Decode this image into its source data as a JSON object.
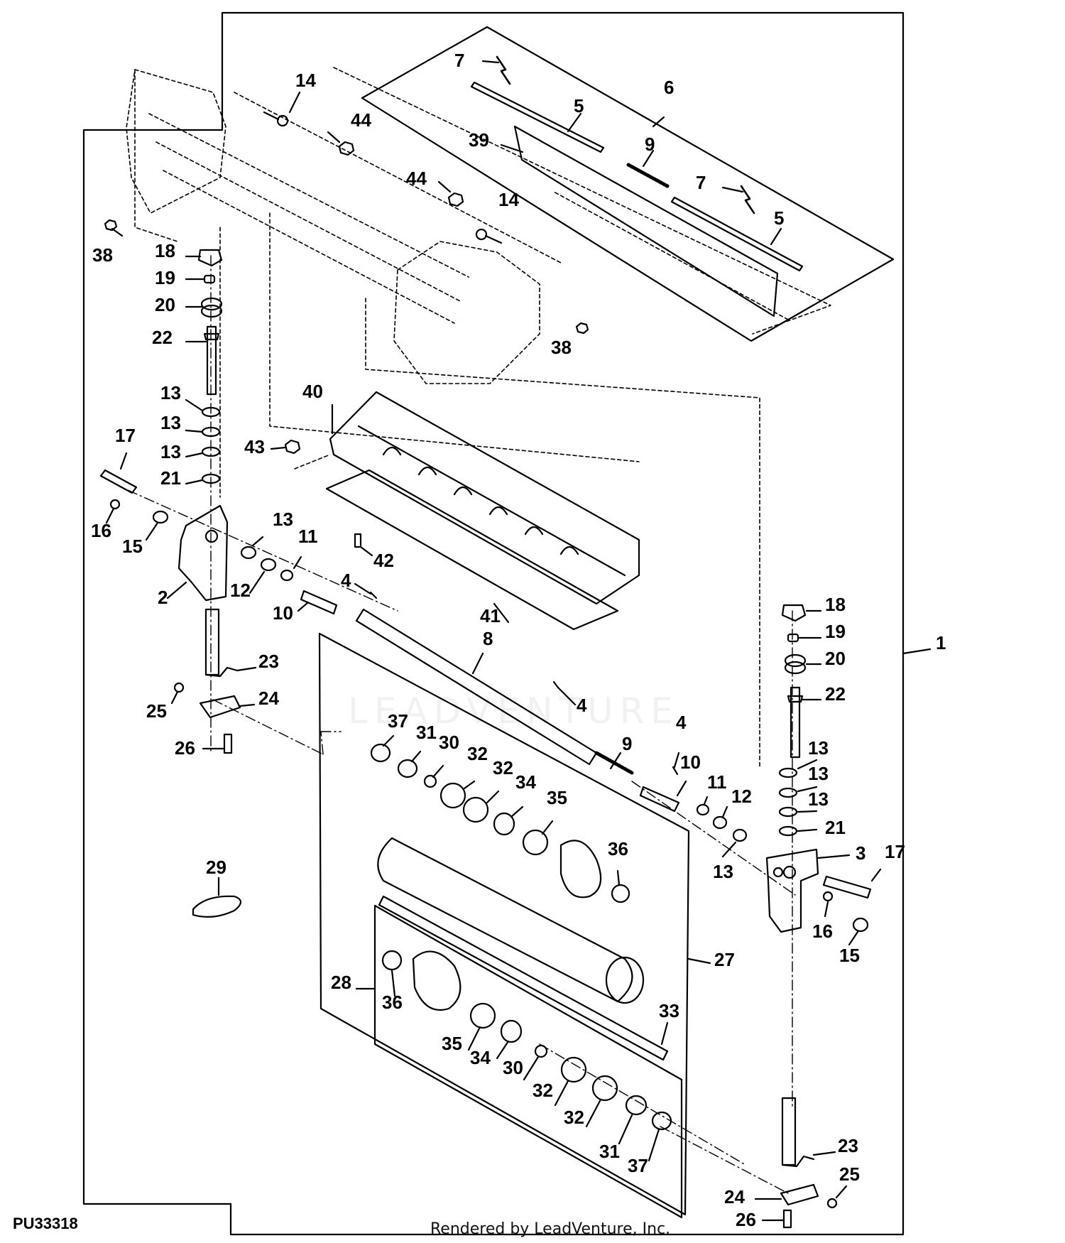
{
  "figure_id": "PU33318",
  "credit": "Rendered by LeadVenture, Inc.",
  "watermark": "LEADVENTURE",
  "callouts": [
    {
      "id": "c1",
      "label": "1"
    },
    {
      "id": "c2",
      "label": "2"
    },
    {
      "id": "c3",
      "label": "3"
    },
    {
      "id": "c4a",
      "label": "4"
    },
    {
      "id": "c4b",
      "label": "4"
    },
    {
      "id": "c4c",
      "label": "4"
    },
    {
      "id": "c5a",
      "label": "5"
    },
    {
      "id": "c5b",
      "label": "5"
    },
    {
      "id": "c6",
      "label": "6"
    },
    {
      "id": "c7a",
      "label": "7"
    },
    {
      "id": "c7b",
      "label": "7"
    },
    {
      "id": "c8",
      "label": "8"
    },
    {
      "id": "c9a",
      "label": "9"
    },
    {
      "id": "c9b",
      "label": "9"
    },
    {
      "id": "c10a",
      "label": "10"
    },
    {
      "id": "c10b",
      "label": "10"
    },
    {
      "id": "c11a",
      "label": "11"
    },
    {
      "id": "c11b",
      "label": "11"
    },
    {
      "id": "c12a",
      "label": "12"
    },
    {
      "id": "c12b",
      "label": "12"
    },
    {
      "id": "c13a",
      "label": "13"
    },
    {
      "id": "c13b",
      "label": "13"
    },
    {
      "id": "c13c",
      "label": "13"
    },
    {
      "id": "c13d",
      "label": "13"
    },
    {
      "id": "c13e",
      "label": "13"
    },
    {
      "id": "c13f",
      "label": "13"
    },
    {
      "id": "c13g",
      "label": "13"
    },
    {
      "id": "c13h",
      "label": "13"
    },
    {
      "id": "c14a",
      "label": "14"
    },
    {
      "id": "c14b",
      "label": "14"
    },
    {
      "id": "c15a",
      "label": "15"
    },
    {
      "id": "c15b",
      "label": "15"
    },
    {
      "id": "c16a",
      "label": "16"
    },
    {
      "id": "c16b",
      "label": "16"
    },
    {
      "id": "c17a",
      "label": "17"
    },
    {
      "id": "c17b",
      "label": "17"
    },
    {
      "id": "c18a",
      "label": "18"
    },
    {
      "id": "c18b",
      "label": "18"
    },
    {
      "id": "c19a",
      "label": "19"
    },
    {
      "id": "c19b",
      "label": "19"
    },
    {
      "id": "c20a",
      "label": "20"
    },
    {
      "id": "c20b",
      "label": "20"
    },
    {
      "id": "c21a",
      "label": "21"
    },
    {
      "id": "c21b",
      "label": "21"
    },
    {
      "id": "c22a",
      "label": "22"
    },
    {
      "id": "c22b",
      "label": "22"
    },
    {
      "id": "c23a",
      "label": "23"
    },
    {
      "id": "c23b",
      "label": "23"
    },
    {
      "id": "c24a",
      "label": "24"
    },
    {
      "id": "c24b",
      "label": "24"
    },
    {
      "id": "c25a",
      "label": "25"
    },
    {
      "id": "c25b",
      "label": "25"
    },
    {
      "id": "c26a",
      "label": "26"
    },
    {
      "id": "c26b",
      "label": "26"
    },
    {
      "id": "c27",
      "label": "27"
    },
    {
      "id": "c28",
      "label": "28"
    },
    {
      "id": "c29",
      "label": "29"
    },
    {
      "id": "c30a",
      "label": "30"
    },
    {
      "id": "c30b",
      "label": "30"
    },
    {
      "id": "c31a",
      "label": "31"
    },
    {
      "id": "c31b",
      "label": "31"
    },
    {
      "id": "c32a",
      "label": "32"
    },
    {
      "id": "c32b",
      "label": "32"
    },
    {
      "id": "c32c",
      "label": "32"
    },
    {
      "id": "c32d",
      "label": "32"
    },
    {
      "id": "c33",
      "label": "33"
    },
    {
      "id": "c34a",
      "label": "34"
    },
    {
      "id": "c34b",
      "label": "34"
    },
    {
      "id": "c35a",
      "label": "35"
    },
    {
      "id": "c35b",
      "label": "35"
    },
    {
      "id": "c36a",
      "label": "36"
    },
    {
      "id": "c36b",
      "label": "36"
    },
    {
      "id": "c37a",
      "label": "37"
    },
    {
      "id": "c37b",
      "label": "37"
    },
    {
      "id": "c38a",
      "label": "38"
    },
    {
      "id": "c38b",
      "label": "38"
    },
    {
      "id": "c39",
      "label": "39"
    },
    {
      "id": "c40",
      "label": "40"
    },
    {
      "id": "c41",
      "label": "41"
    },
    {
      "id": "c42",
      "label": "42"
    },
    {
      "id": "c43",
      "label": "43"
    },
    {
      "id": "c44a",
      "label": "44"
    },
    {
      "id": "c44b",
      "label": "44"
    }
  ]
}
